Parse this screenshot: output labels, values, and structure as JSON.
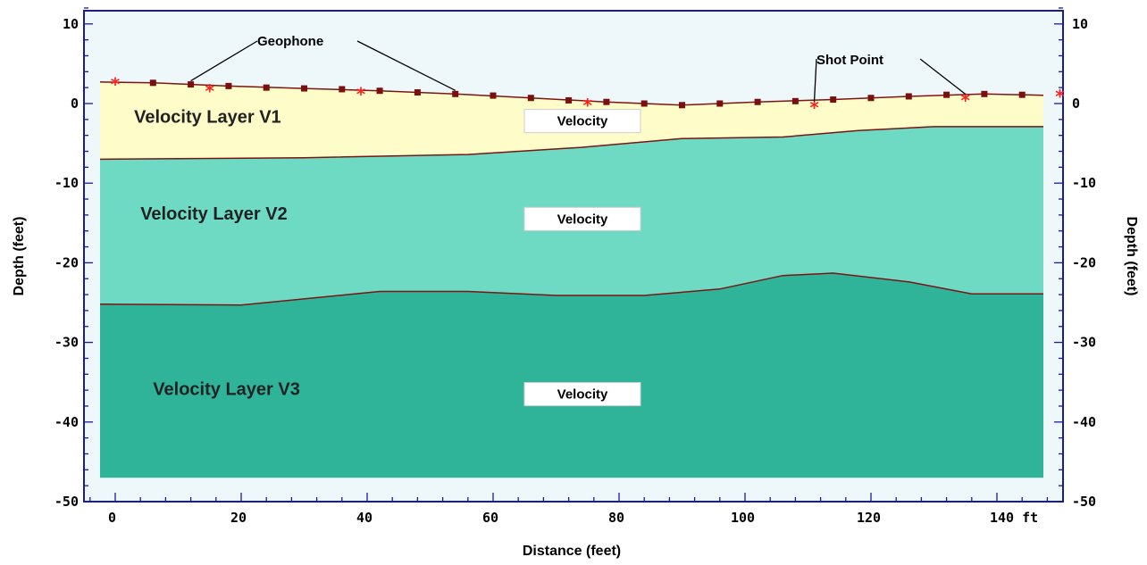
{
  "chart_data": {
    "type": "area",
    "xlabel": "Distance (feet)",
    "ylabel": "Depth (feet)",
    "xlim": [
      -4,
      149
    ],
    "ylim": [
      -50,
      12
    ],
    "x_ticks": [
      0,
      20,
      40,
      60,
      80,
      100,
      120,
      140
    ],
    "x_tick_labels": [
      "0",
      "20",
      "40",
      "60",
      "80",
      "100",
      "120",
      "140 ft"
    ],
    "y_ticks": [
      10,
      0,
      -10,
      -20,
      -30,
      -40,
      -50
    ],
    "y_tick_labels": [
      "10",
      "0",
      "-10",
      "-20",
      "-30",
      "-40",
      "-50"
    ],
    "model_bottom": -47,
    "surface": {
      "x": [
        -2,
        6,
        18,
        30,
        42,
        54,
        66,
        78,
        90,
        102,
        114,
        126,
        138,
        150
      ],
      "y": [
        2.7,
        2.6,
        2.2,
        1.9,
        1.6,
        1.2,
        0.7,
        0.2,
        -0.2,
        0.2,
        0.5,
        0.9,
        1.2,
        1.0
      ]
    },
    "layers": [
      {
        "name": "Velocity Layer V1",
        "velocity_label": "Velocity",
        "color": "#fefcc8",
        "top": "surface",
        "base": {
          "x": [
            -2,
            30,
            56,
            74,
            90,
            106,
            118,
            130,
            150
          ],
          "y": [
            -7.0,
            -6.8,
            -6.4,
            -5.5,
            -4.4,
            -4.2,
            -3.4,
            -2.9,
            -2.9
          ]
        }
      },
      {
        "name": "Velocity Layer V2",
        "velocity_label": "Velocity",
        "color": "#6fdac4",
        "base": {
          "x": [
            -2,
            20,
            42,
            56,
            70,
            84,
            96,
            106,
            114,
            126,
            136,
            150
          ],
          "y": [
            -25.2,
            -25.3,
            -23.6,
            -23.6,
            -24.1,
            -24.1,
            -23.3,
            -21.6,
            -21.3,
            -22.4,
            -23.9,
            -23.9
          ]
        }
      },
      {
        "name": "Velocity Layer V3",
        "velocity_label": "Velocity",
        "color": "#2fb49a"
      }
    ],
    "geophones": {
      "x": [
        6,
        12,
        18,
        24,
        30,
        36,
        42,
        48,
        54,
        60,
        66,
        72,
        78,
        84,
        90,
        96,
        102,
        108,
        114,
        120,
        126,
        132,
        138,
        144
      ],
      "y": [
        2.6,
        2.4,
        2.2,
        2.0,
        1.9,
        1.8,
        1.6,
        1.4,
        1.2,
        1.0,
        0.7,
        0.4,
        0.2,
        0.0,
        -0.2,
        0.0,
        0.2,
        0.3,
        0.5,
        0.7,
        0.9,
        1.1,
        1.2,
        1.1
      ]
    },
    "shot_points": {
      "x": [
        0,
        15,
        39,
        75,
        111,
        135,
        150
      ],
      "y": [
        2.5,
        1.7,
        1.3,
        -0.1,
        -0.4,
        0.5,
        1.0
      ]
    },
    "annotations": {
      "geophone": "Geophone",
      "shot_point": "Shot Point"
    },
    "colors": {
      "plot_background": "#eef8fb",
      "boundary_line": "#7a1515",
      "marker": "#7a0f0f",
      "shot": "#ff2020",
      "axis": "#1a1aa0"
    }
  }
}
